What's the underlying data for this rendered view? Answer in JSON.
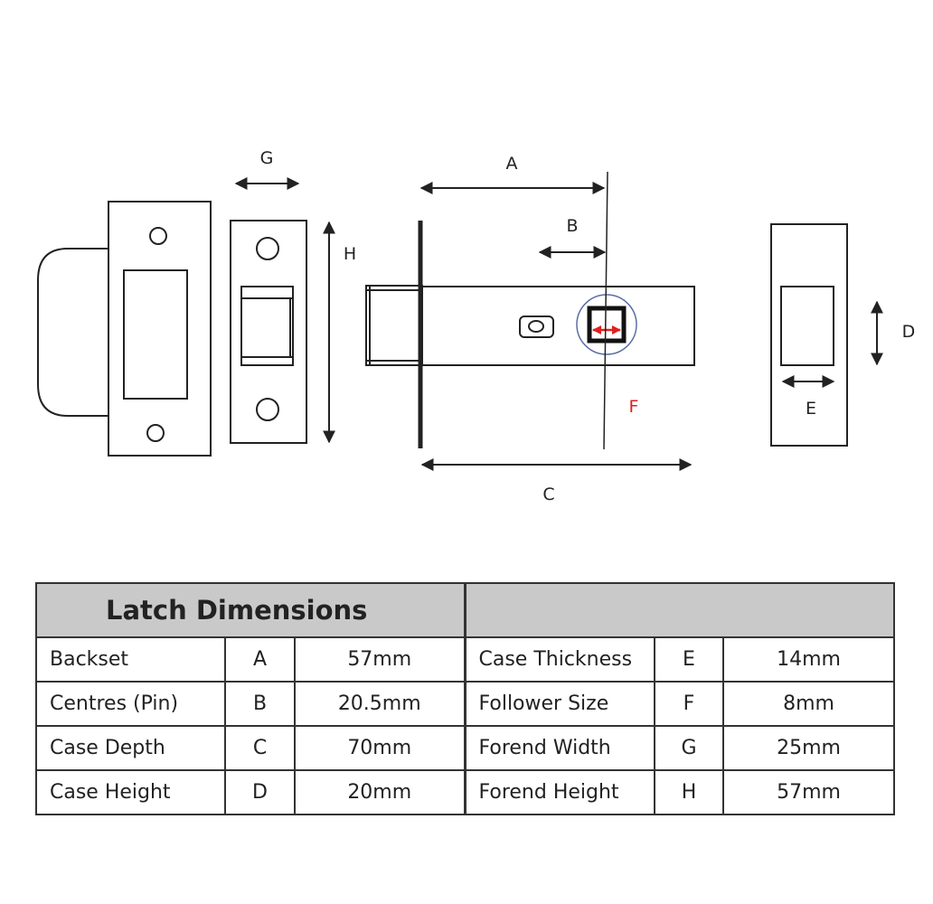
{
  "diagram": {
    "labels": {
      "A": "A",
      "B": "B",
      "C": "C",
      "D": "D",
      "E": "E",
      "F": "F",
      "G": "G",
      "H": "H"
    },
    "colors": {
      "line": "#222222",
      "accent": "#e0201c",
      "circle": "#5a6fa8"
    }
  },
  "table": {
    "title": "Latch Dimensions",
    "rows": [
      {
        "left": {
          "name": "Backset",
          "letter": "A",
          "value": "57mm"
        },
        "right": {
          "name": "Case Thickness",
          "letter": "E",
          "value": "14mm"
        }
      },
      {
        "left": {
          "name": "Centres (Pin)",
          "letter": "B",
          "value": "20.5mm"
        },
        "right": {
          "name": "Follower Size",
          "letter": "F",
          "value": "8mm"
        }
      },
      {
        "left": {
          "name": "Case Depth",
          "letter": "C",
          "value": "70mm"
        },
        "right": {
          "name": "Forend Width",
          "letter": "G",
          "value": "25mm"
        }
      },
      {
        "left": {
          "name": "Case Height",
          "letter": "D",
          "value": "20mm"
        },
        "right": {
          "name": "Forend Height",
          "letter": "H",
          "value": "57mm"
        }
      }
    ]
  }
}
